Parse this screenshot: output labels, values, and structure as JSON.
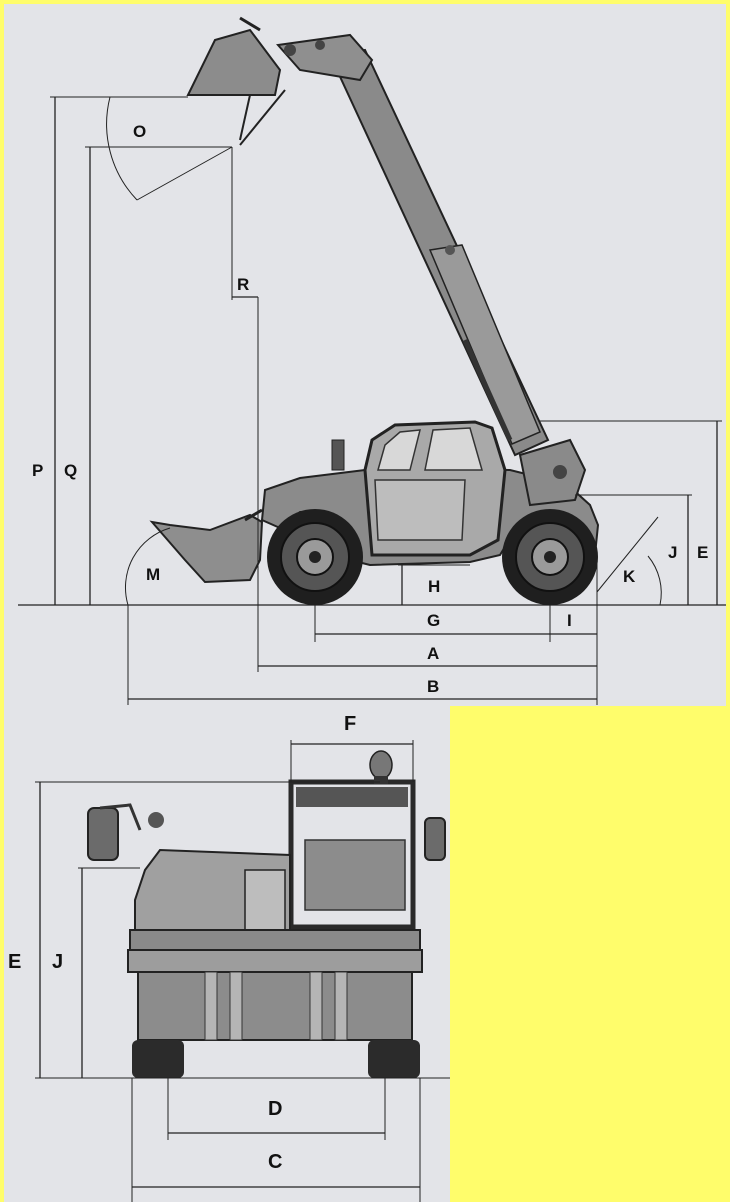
{
  "colors": {
    "frame": "#fffd6b",
    "panel": "#e3e4e8",
    "line": "#222222",
    "machine": "#6e6e6e",
    "machine_dark": "#2a2a2a"
  },
  "side_view": {
    "labels": {
      "A": "A",
      "B": "B",
      "E": "E",
      "G": "G",
      "H": "H",
      "I": "I",
      "J": "J",
      "K": "K",
      "M": "M",
      "O": "O",
      "P": "P",
      "Q": "Q",
      "R": "R"
    }
  },
  "rear_view": {
    "labels": {
      "C": "C",
      "D": "D",
      "E": "E",
      "F": "F",
      "J": "J"
    }
  }
}
